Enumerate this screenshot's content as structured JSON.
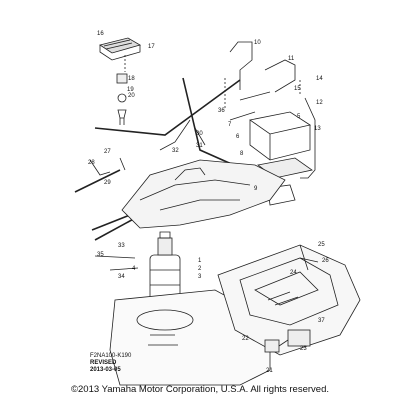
{
  "diagram": {
    "part_numbers": [
      "1",
      "2",
      "3",
      "4",
      "5",
      "6",
      "7",
      "8",
      "9",
      "10",
      "11",
      "12",
      "13",
      "14",
      "15",
      "16",
      "17",
      "18",
      "19",
      "20",
      "21",
      "22",
      "23",
      "24",
      "25",
      "26",
      "27",
      "28",
      "29",
      "30",
      "31",
      "32",
      "33",
      "34",
      "35",
      "36",
      "37"
    ],
    "drawing_code": "F2NA100-K190",
    "revision_label": "REVISED",
    "revision_date": "2013-03-05"
  },
  "footer": {
    "copyright": "©2013 Yamaha Motor Corporation, U.S.A. All rights reserved."
  }
}
